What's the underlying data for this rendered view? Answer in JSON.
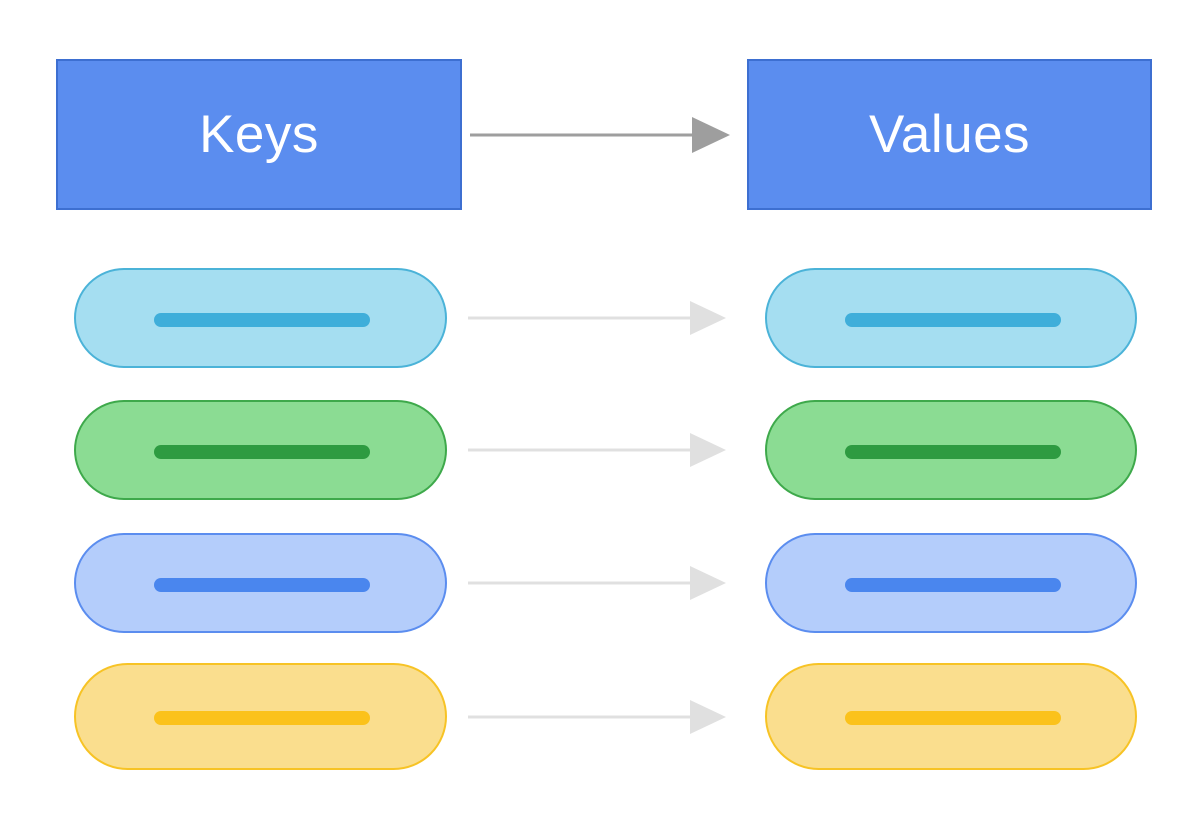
{
  "diagram": {
    "title_left": "Keys",
    "title_right": "Values",
    "header_fill": "#5B8DEF",
    "header_border": "#3D6FD1",
    "header_text_color": "#FFFFFF",
    "background": "#FFFFFF",
    "main_arrow_color": "#9E9E9E",
    "row_arrow_color": "#E0E0E0",
    "rows": [
      {
        "name": "row-cyan",
        "fill": "#A5DEF1",
        "border": "#4BB3D8",
        "bar": "#3FAEDA",
        "key_label": "",
        "value_label": ""
      },
      {
        "name": "row-green",
        "fill": "#8BDC93",
        "border": "#3EA94B",
        "bar": "#2E9B41",
        "key_label": "",
        "value_label": ""
      },
      {
        "name": "row-blue",
        "fill": "#B4CDFB",
        "border": "#5B8DEF",
        "bar": "#4A86EE",
        "key_label": "",
        "value_label": ""
      },
      {
        "name": "row-yellow",
        "fill": "#FADE8E",
        "border": "#F7C325",
        "bar": "#FBC21B",
        "key_label": "",
        "value_label": ""
      }
    ],
    "icons": {
      "main_arrow": "arrow-right-icon",
      "row_arrow": "arrow-right-icon"
    }
  }
}
